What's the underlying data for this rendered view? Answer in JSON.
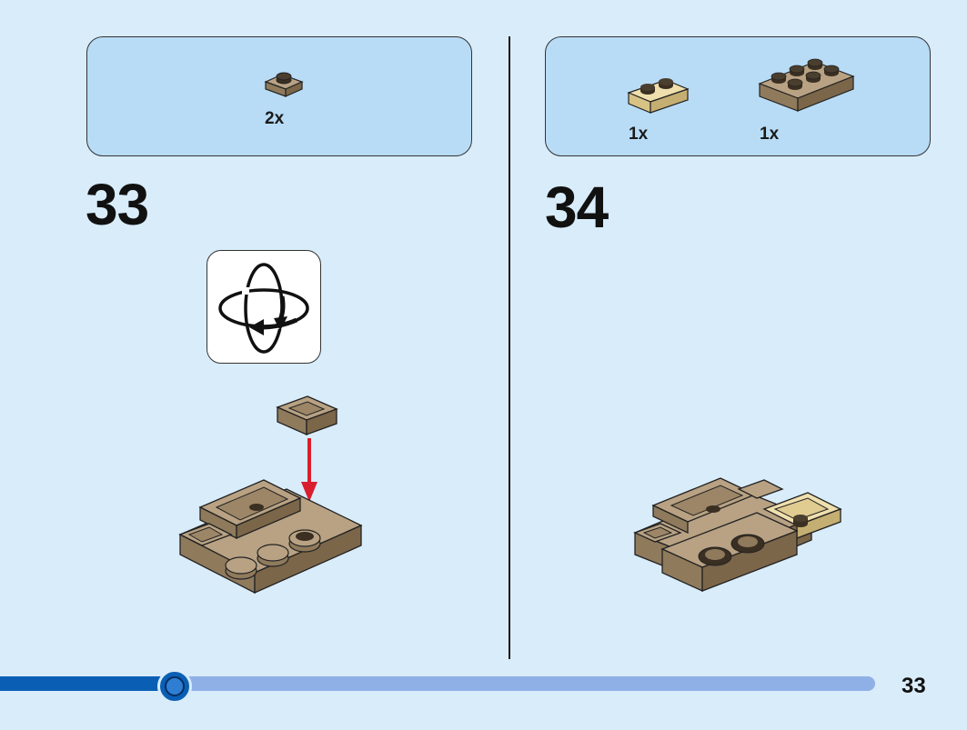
{
  "page": {
    "page_number": "33",
    "progress": 0.2
  },
  "steps": [
    {
      "number": "33",
      "parts": [
        {
          "quantity": "2x",
          "piece": "plate-1x1-dark-tan"
        }
      ],
      "callout_icon": "rotate-model-icon"
    },
    {
      "number": "34",
      "parts": [
        {
          "quantity": "1x",
          "piece": "plate-1x2-tan"
        },
        {
          "quantity": "1x",
          "piece": "plate-2x3-dark-tan"
        }
      ]
    }
  ],
  "colors": {
    "background": "#d9ecfa",
    "parts_box": "#b8dcf6",
    "dark_tan": "#a38d6d",
    "tan": "#e6d39a",
    "arrow": "#d91e2e",
    "progress_fill": "#0a5fb4",
    "progress_track": "#8fb0e6"
  }
}
